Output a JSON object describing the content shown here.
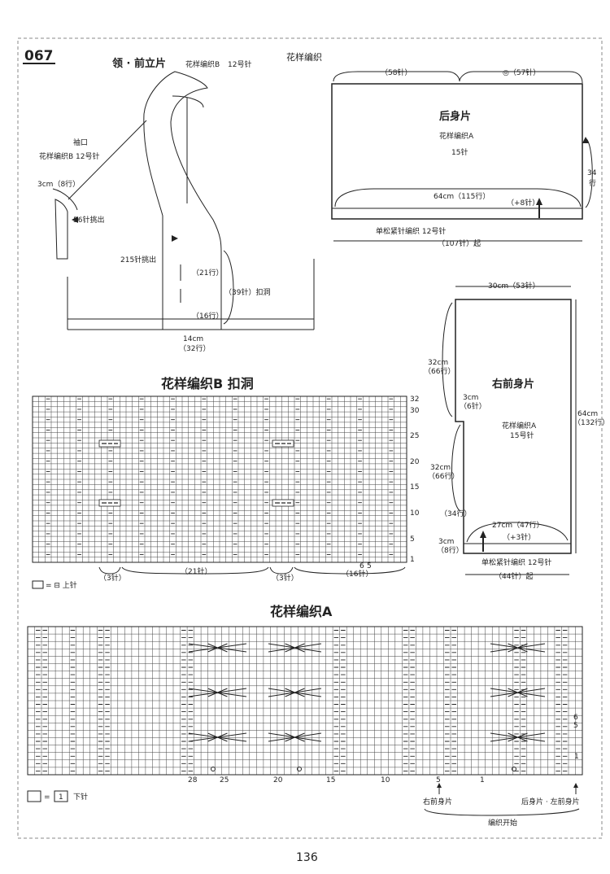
{
  "pattern_no": "067",
  "page_number": "136",
  "collar": {
    "title": "领 · 前立片",
    "pattern": "花样编织B",
    "needle": "12号针",
    "cuff_label": "袖口",
    "cuff_pattern": "花样编织B  12号针",
    "cuff_size": "3cm（8行）",
    "cuff_pickup": "56针挑出",
    "band_pickup": "215针挑出",
    "rows_21": "（21行）",
    "rows_39": "（39针）扣洞",
    "rows_16": "（16行）",
    "band_width": "14cm",
    "band_rows": "（32行）"
  },
  "heading_patterns": "花样编织",
  "back": {
    "title": "后身片",
    "pattern": "花样编织A",
    "stitches": "15针",
    "top_left": "（58针）",
    "top_right": "◎（57针）",
    "side": "34",
    "side_rows": "行",
    "width": "64cm（115行）",
    "increase": "（+8针）",
    "rib": "单松紧针编织  12号针",
    "cast_on": "（107针）起"
  },
  "front": {
    "title": "右前身片",
    "pattern": "花样编织A",
    "needle": "15号针",
    "top": "30cm（53针）",
    "left1": "32cm",
    "left1_rows": "（66行）",
    "notch": "3cm",
    "notch_rows": "（6针）",
    "left2": "32cm",
    "left2_rows": "（66行）",
    "rows34": "（34行）",
    "bottom": "3cm",
    "bottom_rows": "（8行）",
    "height": "64cm",
    "height_rows": "（132行）",
    "hem": "27cm（47行）",
    "increase": "（+3针）",
    "rib": "单松紧针编织  12号针",
    "cast_on": "（44针）起"
  },
  "chart_b": {
    "title": "花样编织B  扣洞",
    "row_labels": [
      "32",
      "30",
      "25",
      "20",
      "15",
      "10",
      "5",
      "1"
    ],
    "col_labels": [
      "6",
      "5"
    ],
    "spans": [
      "（3针）",
      "（21针）",
      "（3针）",
      "（16针）"
    ],
    "legend": "= ⊟ 上针"
  },
  "chart_a": {
    "title": "花样编织A",
    "row_labels": [
      "6",
      "5",
      "1"
    ],
    "col_labels": [
      "28",
      "25",
      "20",
      "15",
      "10",
      "5",
      "1"
    ],
    "legend_symbol": "1",
    "legend_text": "下针",
    "marker_front": "右前身片",
    "marker_back": "后身片 · 左前身片",
    "start": "编织开始"
  }
}
